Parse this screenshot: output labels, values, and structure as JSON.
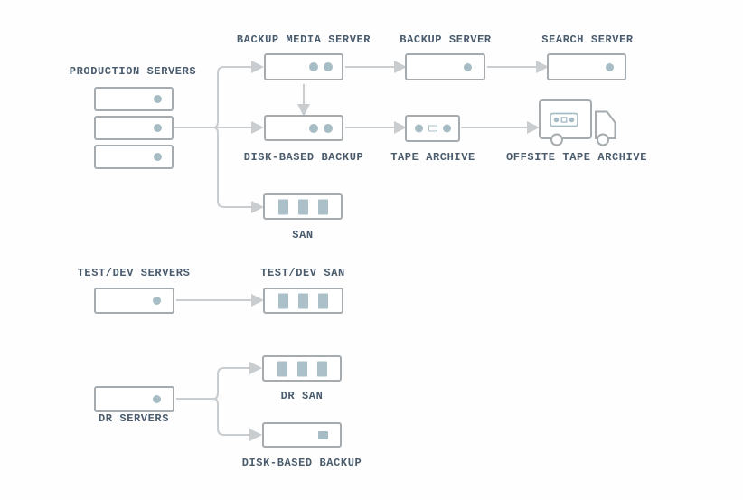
{
  "diagram": {
    "labels": {
      "production_servers": "PRODUCTION SERVERS",
      "backup_media_server": "BACKUP MEDIA SERVER",
      "backup_server": "BACKUP SERVER",
      "search_server": "SEARCH SERVER",
      "disk_based_backup": "DISK-BASED BACKUP",
      "tape_archive": "TAPE ARCHIVE",
      "offsite_tape_archive": "OFFSITE TAPE ARCHIVE",
      "san": "SAN",
      "test_dev_servers": "TEST/DEV SERVERS",
      "test_dev_san": "TEST/DEV SAN",
      "dr_servers": "DR SERVERS",
      "dr_san": "DR SAN",
      "dr_disk_based_backup": "DISK-BASED BACKUP"
    },
    "edges": [
      {
        "from": "production-servers",
        "to": "backup-media-server"
      },
      {
        "from": "production-servers",
        "to": "disk-based-backup"
      },
      {
        "from": "production-servers",
        "to": "san"
      },
      {
        "from": "backup-media-server",
        "to": "backup-server"
      },
      {
        "from": "backup-media-server",
        "to": "disk-based-backup"
      },
      {
        "from": "backup-server",
        "to": "search-server"
      },
      {
        "from": "disk-based-backup",
        "to": "tape-archive"
      },
      {
        "from": "tape-archive",
        "to": "offsite-tape-archive"
      },
      {
        "from": "test-dev-servers",
        "to": "test-dev-san"
      },
      {
        "from": "dr-servers",
        "to": "dr-san"
      },
      {
        "from": "dr-servers",
        "to": "dr-disk-based-backup"
      }
    ],
    "colors": {
      "box_border": "#a5abaf",
      "accent_fill": "#a7bdc5",
      "connector": "#c9cdd0",
      "label_text": "#4a5b6d",
      "background": "#fdfefd"
    }
  }
}
